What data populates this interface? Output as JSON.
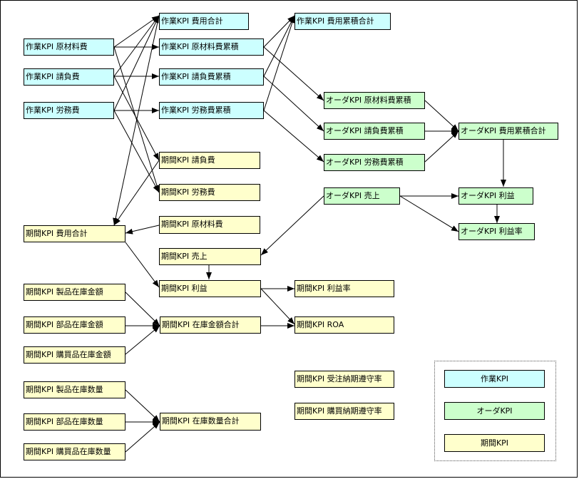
{
  "colors": {
    "work": "#ccffff",
    "order": "#ccffcc",
    "period": "#ffffcc",
    "line": "#000000"
  },
  "nodes": {
    "w_cost_total": "作業KPI 費用合計",
    "w_material": "作業KPI 原材料費",
    "w_material_cum": "作業KPI 原材料費累積",
    "w_cost_cum_total": "作業KPI 費用累積合計",
    "w_contract": "作業KPI 請負費",
    "w_contract_cum": "作業KPI 請負費累積",
    "w_labor": "作業KPI 労務費",
    "w_labor_cum": "作業KPI 労務費累積",
    "o_material_cum": "オーダKPI 原材料費累積",
    "o_contract_cum": "オーダKPI 請負費累積",
    "o_labor_cum": "オーダKPI 労務費累積",
    "o_cost_cum_total": "オーダKPI 費用累積合計",
    "o_sales": "オーダKPI 売上",
    "o_profit": "オーダKPI 利益",
    "o_profit_rate": "オーダKPI 利益率",
    "p_contract": "期間KPI 請負費",
    "p_labor": "期間KPI 労務費",
    "p_material": "期間KPI 原材料費",
    "p_cost_total": "期間KPI 費用合計",
    "p_sales": "期間KPI 売上",
    "p_profit": "期間KPI 利益",
    "p_profit_rate": "期間KPI 利益率",
    "p_roa": "期間KPI ROA",
    "p_product_inv_amt": "期間KPI 製品在庫金額",
    "p_parts_inv_amt": "期間KPI 部品在庫金額",
    "p_purchase_inv_amt": "期間KPI 購買品在庫金額",
    "p_inv_amt_total": "期間KPI 在庫金額合計",
    "p_order_due": "期間KPI 受注納期遵守率",
    "p_purchase_due": "期間KPI 購買納期遵守率",
    "p_product_inv_qty": "期間KPI 製品在庫数量",
    "p_parts_inv_qty": "期間KPI 部品在庫数量",
    "p_purchase_inv_qty": "期間KPI 購買品在庫数量",
    "p_inv_qty_total": "期間KPI 在庫数量合計"
  },
  "legend": {
    "work": "作業KPI",
    "order": "オーダKPI",
    "period": "期間KPI"
  }
}
